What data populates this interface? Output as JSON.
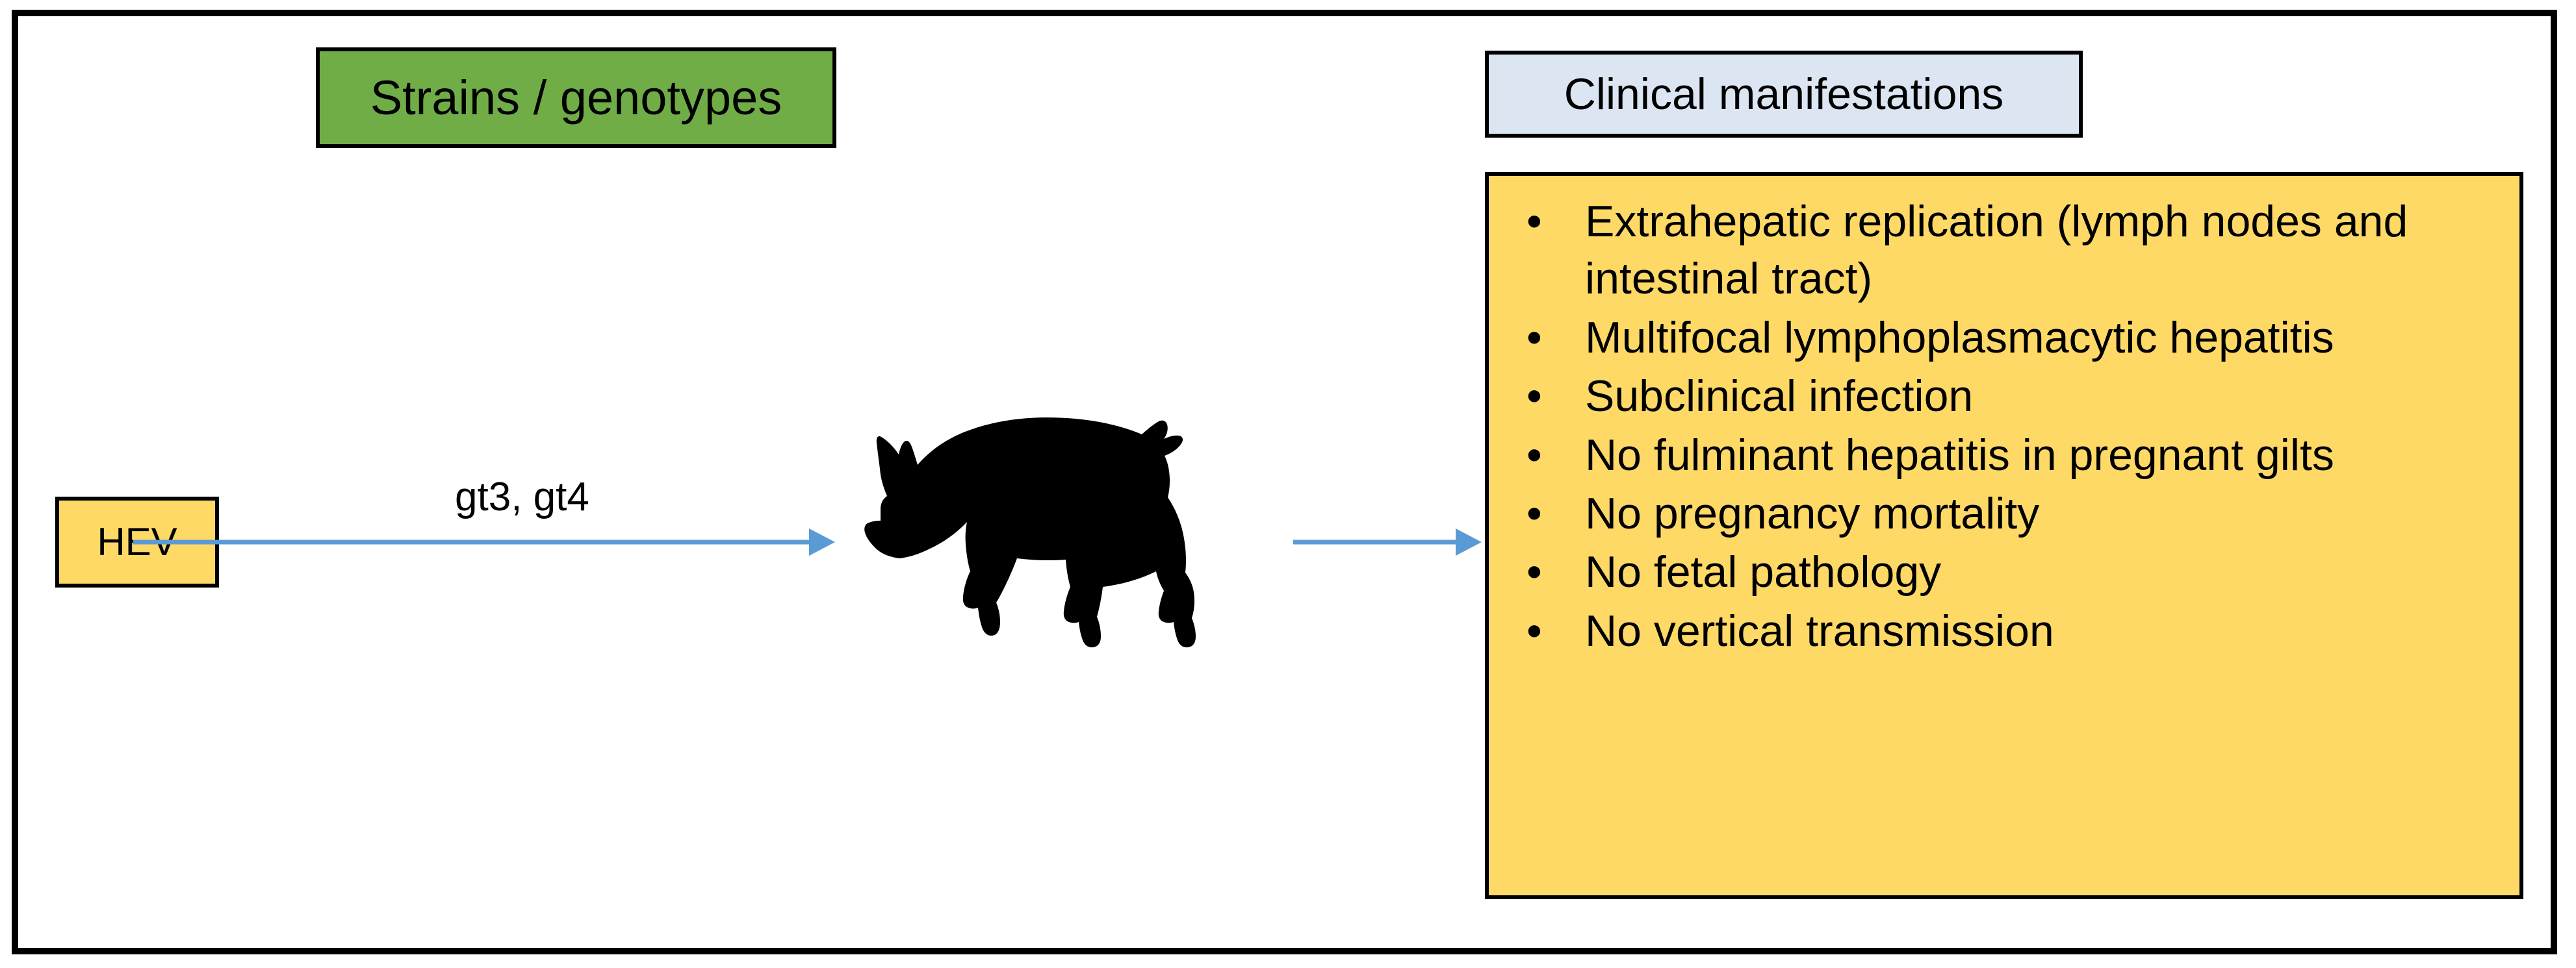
{
  "figure": {
    "title": "HEV strains and clinical manifestations in pigs",
    "frame_color": "#000000",
    "background": "#ffffff"
  },
  "colors": {
    "green_header": "#70ad47",
    "blue_header": "#dce6f2",
    "yellow_box": "#ffd966",
    "arrow_blue": "#5b9bd5",
    "silhouette": "#000000"
  },
  "source_box": {
    "label": "HEV",
    "fill": "#ffd966"
  },
  "column_headers": {
    "strains": "Strains / genotypes",
    "clinical": "Clinical manifestations"
  },
  "arrows": {
    "hev_to_host": {
      "label": "gt3, gt4",
      "color": "#5b9bd5",
      "direction": "right"
    },
    "host_to_manifestations": {
      "label": "",
      "color": "#5b9bd5",
      "direction": "right"
    }
  },
  "host": {
    "icon": "pig-silhouette",
    "species": "pig"
  },
  "manifestations": {
    "bullet_marker": "•",
    "items": [
      "Extrahepatic replication (lymph nodes and intestinal tract)",
      "Multifocal lymphoplasmacytic hepatitis",
      "Subclinical infection",
      "No fulminant hepatitis in pregnant gilts",
      "No pregnancy mortality",
      "No fetal pathology",
      "No vertical transmission"
    ]
  }
}
